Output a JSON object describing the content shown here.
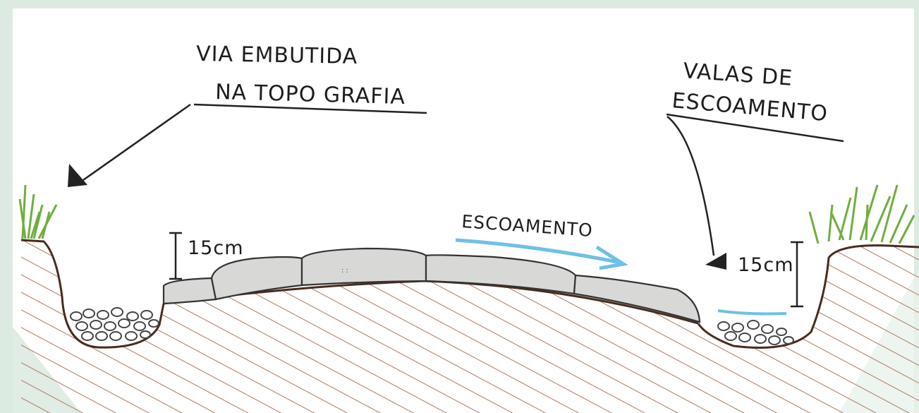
{
  "diagram": {
    "label_via_line1": "VIA EMBUTIDA",
    "label_via_line2": "NA TOPO GRAFIA",
    "label_valas_line1": "VALAS DE",
    "label_valas_line2": "ESCOAMENTO",
    "label_flow": "ESCOAMENTO",
    "dim_left": "15cm",
    "dim_right": "15cm"
  },
  "colors": {
    "background": "#dcebe2",
    "paper": "#ffffff",
    "soil_hatch": "#b5826a",
    "ground_line": "#4a2a1e",
    "pavers": "#d8d8d6",
    "flow_arrow": "#6fc0e6",
    "grass": "#6fae3f"
  }
}
